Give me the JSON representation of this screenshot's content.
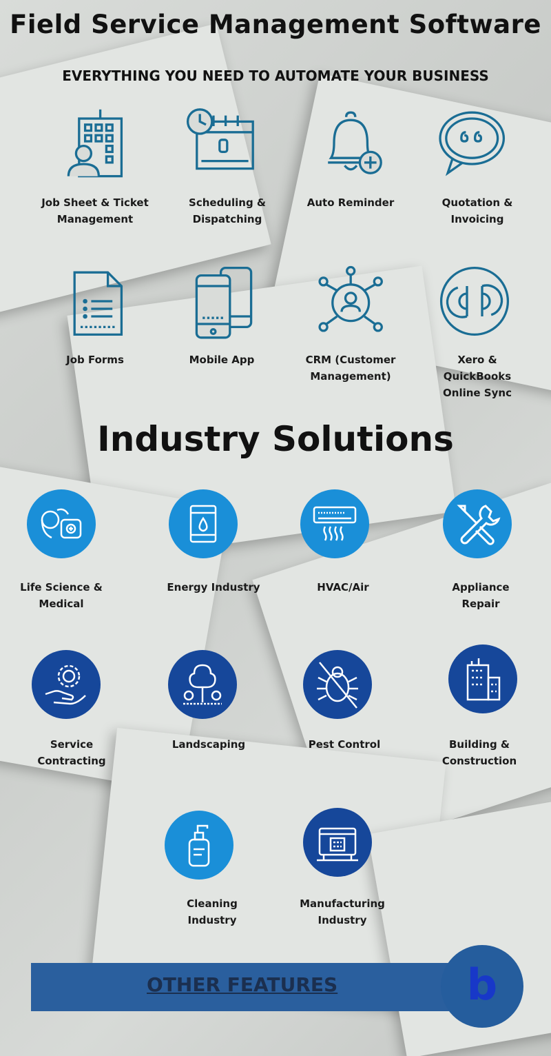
{
  "header": {
    "title": "Field Service Management Software",
    "subtitle": "EVERYTHING YOU NEED TO AUTOMATE YOUR BUSINESS"
  },
  "colors": {
    "icon_stroke": "#1a6d94",
    "circle_light": "#1a8fd8",
    "circle_dark": "#16479a",
    "footer_bar": "#2a5f9e"
  },
  "features": [
    {
      "label": "Job Sheet & Ticket Management",
      "icon": "building-person-icon"
    },
    {
      "label": "Scheduling & Dispatching",
      "icon": "calendar-clock-icon"
    },
    {
      "label": "Auto Reminder",
      "icon": "bell-plus-icon"
    },
    {
      "label": "Quotation & Invoicing",
      "icon": "quote-bubble-icon"
    },
    {
      "label": "Job Forms",
      "icon": "document-icon"
    },
    {
      "label": "Mobile App",
      "icon": "mobile-phones-icon"
    },
    {
      "label": "CRM (Customer Management)",
      "icon": "network-user-icon"
    },
    {
      "label": "Xero & QuickBooks Online Sync",
      "icon": "quickbooks-icon"
    }
  ],
  "industry": {
    "title": "Industry Solutions",
    "items": [
      {
        "label": "Life Science & Medical",
        "icon": "medical-device-icon"
      },
      {
        "label": "Energy Industry",
        "icon": "oil-barrel-icon"
      },
      {
        "label": "HVAC/Air",
        "icon": "air-conditioner-icon"
      },
      {
        "label": "Appliance Repair",
        "icon": "wrench-screwdriver-icon"
      },
      {
        "label": "Service Contracting",
        "icon": "hand-gear-icon"
      },
      {
        "label": "Landscaping",
        "icon": "tree-icon"
      },
      {
        "label": "Pest Control",
        "icon": "no-bug-icon"
      },
      {
        "label": "Building & Construction",
        "icon": "buildings-icon"
      },
      {
        "label": "Cleaning Industry",
        "icon": "soap-bottle-icon"
      },
      {
        "label": "Manufacturing Industry",
        "icon": "machine-icon"
      }
    ]
  },
  "footer": {
    "link_label": "OTHER FEATURES",
    "logo_letter": "b"
  }
}
